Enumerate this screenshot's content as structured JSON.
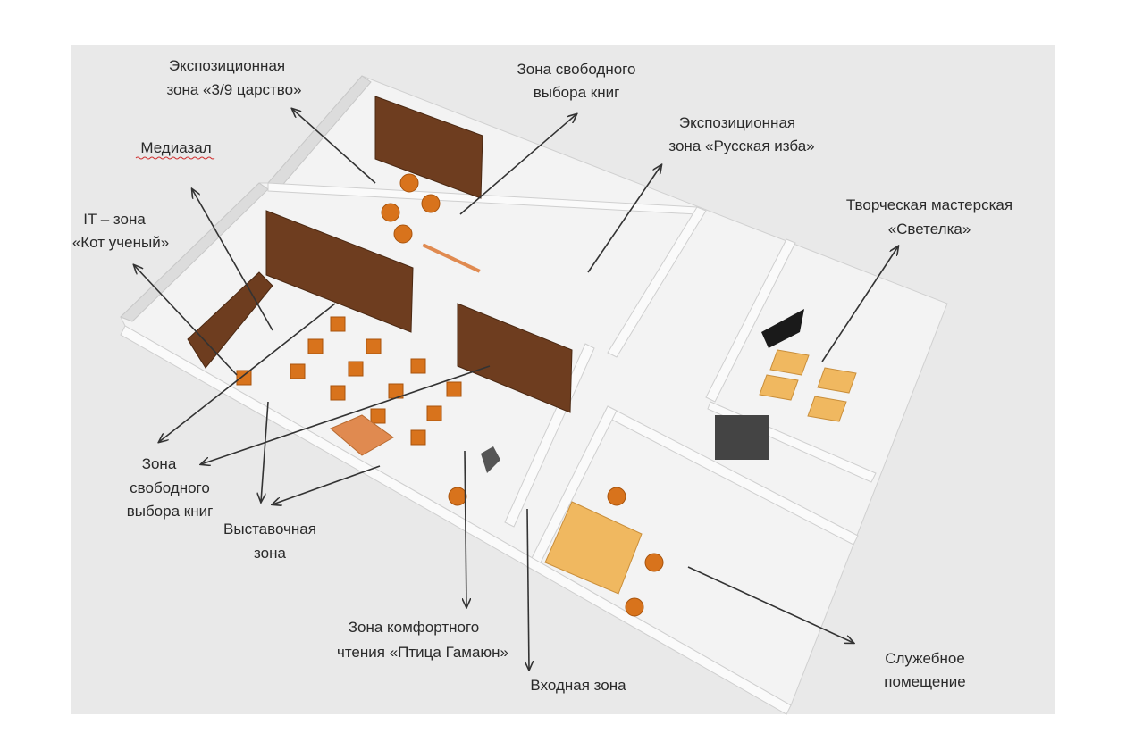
{
  "labels": {
    "expo_39": [
      "Экспозиционная",
      "зона «3/9  царство»"
    ],
    "free_choice_top": [
      "Зона свободного",
      "выбора книг"
    ],
    "expo_izba": [
      "Экспозиционная",
      "зона «Русская изба»"
    ],
    "mediazal": [
      "Медиазал"
    ],
    "it_zone": [
      "IT – зона",
      "«Кот ученый»"
    ],
    "workshop": [
      "Творческая  мастерская",
      "«Светелка»"
    ],
    "free_choice_bottom": [
      "Зона",
      "свободного",
      "выбора книг"
    ],
    "exhibition": [
      "Выставочная",
      "зона"
    ],
    "comfort_reading": [
      "Зона комфортного",
      "чтения «Птица Гамаюн»"
    ],
    "entrance": [
      "Входная зона"
    ],
    "service": [
      "Служебное",
      "помещение"
    ]
  },
  "colors": {
    "bookshelf": "#6e3d1f",
    "chair": "#d8731c",
    "table": "#f0b860",
    "background": "#e9e9e9"
  }
}
